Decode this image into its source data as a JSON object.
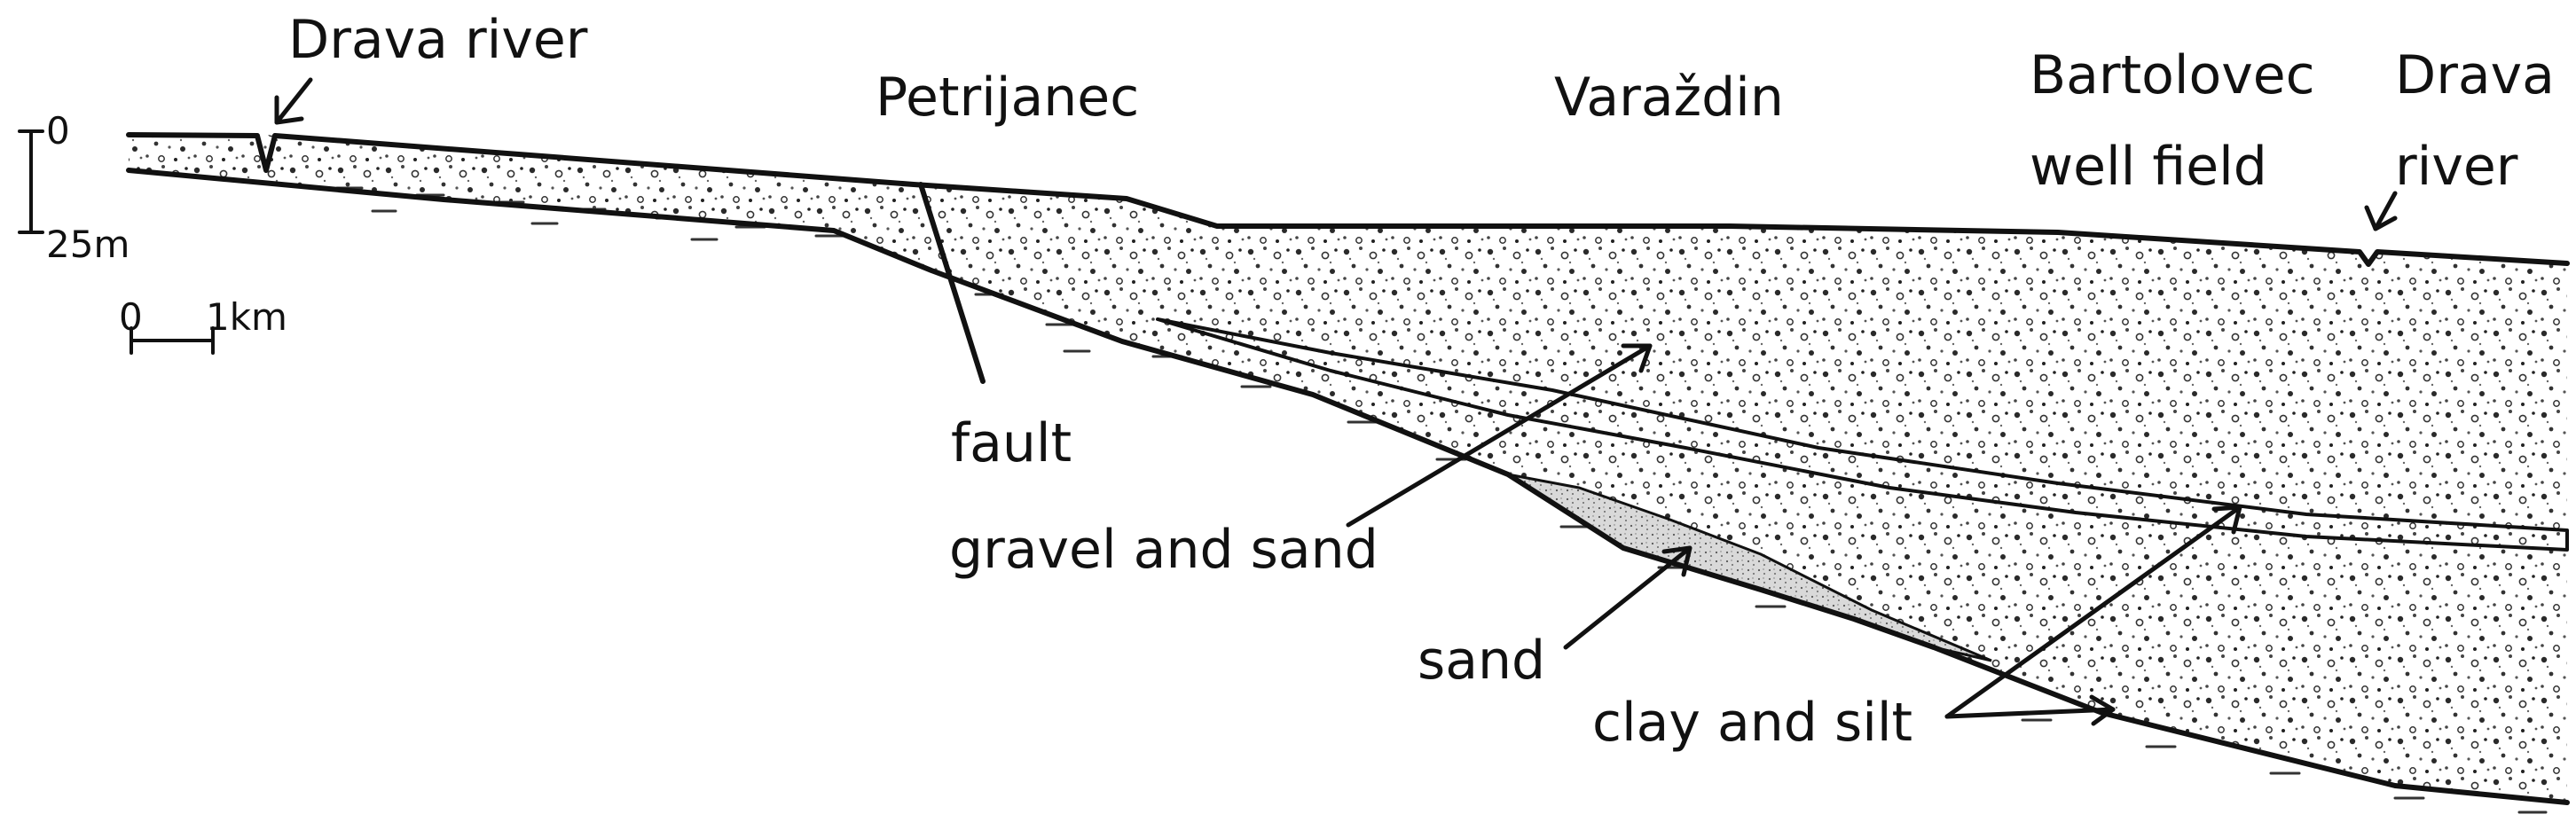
{
  "labels": {
    "drava_river_left": "Drava river",
    "petrijanec": "Petrijanec",
    "varazdin": "Varaždin",
    "bartolovec_line1": "Bartolovec",
    "bartolovec_line2": "well field",
    "drava_right_line1": "Drava",
    "drava_right_line2": "river",
    "fault": "fault",
    "gravel_and_sand": "gravel and sand",
    "sand": "sand",
    "clay_and_silt": "clay and silt"
  },
  "vertical_scale": {
    "top_label": "0",
    "bottom_label": "25m"
  },
  "horizontal_scale": {
    "start_label": "0",
    "end_label": "1km"
  },
  "colors": {
    "ink": "#111111",
    "paper": "#ffffff",
    "sand_fill": "#d9d9d9"
  }
}
